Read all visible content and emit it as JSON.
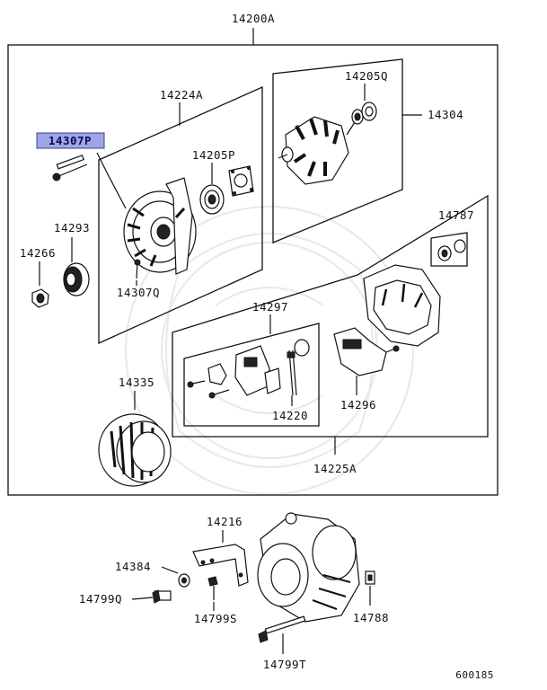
{
  "callouts": {
    "assembly": "14200A",
    "front_bracket": "14224A",
    "bolt_selected": "14307P",
    "bearing_front": "14205P",
    "rotor": "14304",
    "bearing_rear": "14205Q",
    "spacer": "14293",
    "nut": "14266",
    "screw": "14307Q",
    "rear_kit": "14787",
    "brush_holder": "14297",
    "regulator": "14296",
    "brush": "14220",
    "rear_bracket": "14225A",
    "stator": "14335",
    "alt_bracket": "14216",
    "washer": "14384",
    "bolt_q": "14799Q",
    "bolt_s": "14799S",
    "clip": "14788",
    "bolt_t": "14799T"
  },
  "diagram_code": "600185",
  "colors": {
    "highlight_fill": "#9ea6e6",
    "highlight_stroke": "#3a3f8f"
  }
}
